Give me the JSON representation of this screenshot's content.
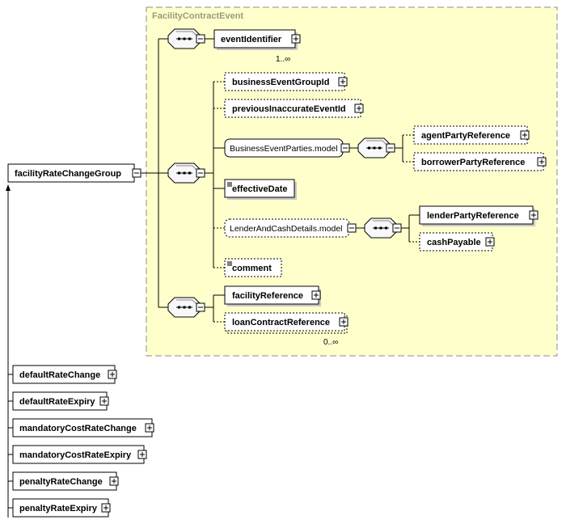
{
  "diagram": {
    "root": "facilityRateChangeGroup",
    "group_title": "FacilityContractEvent",
    "seq1": {
      "element": "eventIdentifier",
      "cardinality": "1..∞"
    },
    "seq2": {
      "business_event_group_id": "businessEventGroupId",
      "previous_inaccurate_event_id": "previousInaccurateEventId",
      "business_event_parties_model": "BusinessEventParties.model",
      "agent_party_reference": "agentPartyReference",
      "borrower_party_reference": "borrowerPartyReference",
      "effective_date": "effectiveDate",
      "lender_and_cash_details_model": "LenderAndCashDetails.model",
      "lender_party_reference": "lenderPartyReference",
      "cash_payable": "cashPayable",
      "comment": "comment"
    },
    "seq3": {
      "facility_reference": "facilityReference",
      "loan_contract_reference": "loanContractReference",
      "loan_contract_cardinality": "0..∞"
    },
    "derived": [
      "defaultRateChange",
      "defaultRateExpiry",
      "mandatoryCostRateChange",
      "mandatoryCostRateExpiry",
      "penaltyRateChange",
      "penaltyRateExpiry"
    ]
  }
}
